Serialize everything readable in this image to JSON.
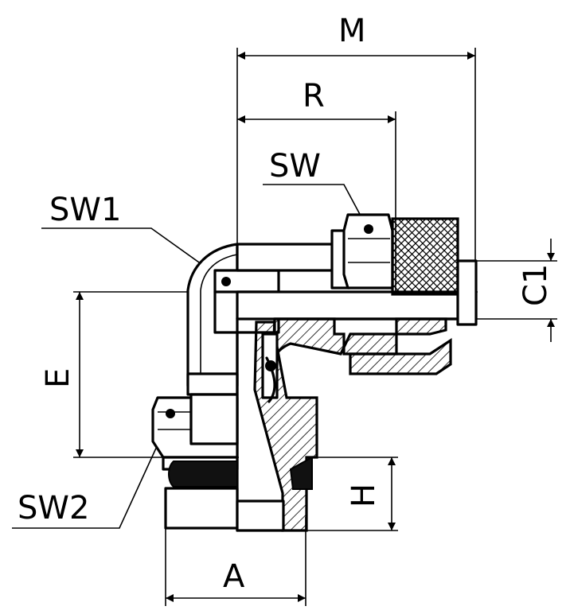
{
  "labels": {
    "M": "M",
    "R": "R",
    "SW": "SW",
    "SW1": "SW1",
    "SW2": "SW2",
    "C1": "C1",
    "E": "E",
    "H": "H",
    "A": "A"
  }
}
